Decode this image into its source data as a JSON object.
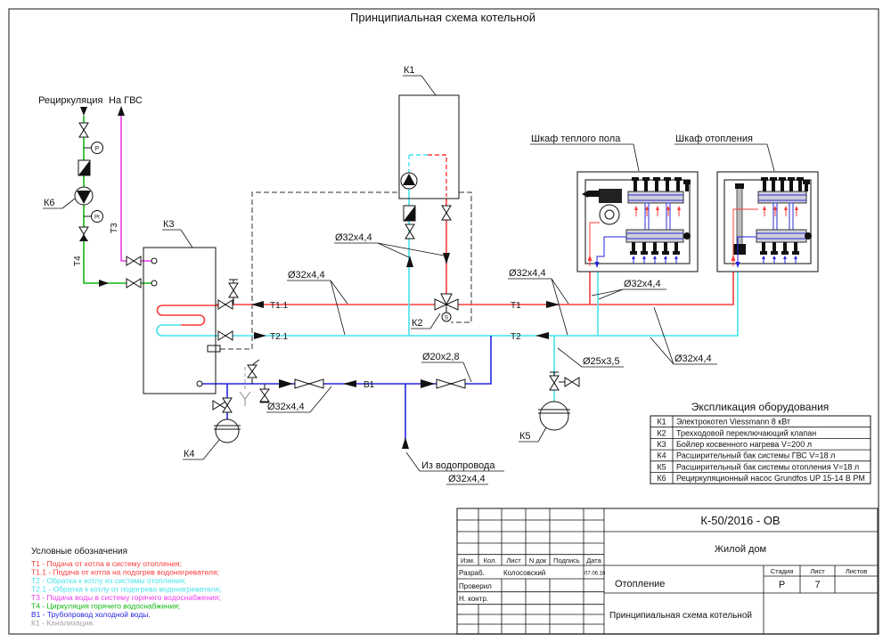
{
  "colors": {
    "red": "#f93b3b",
    "cyan": "#45e2ec",
    "magenta": "#ef3cef",
    "green": "#12b712",
    "blue": "#2525e0",
    "gray": "#a0a0a0"
  },
  "sheet": {
    "title": "Принципиальная схема котельной"
  },
  "top_left": {
    "recirculation": "Рециркуляция",
    "to_gvs": "На ГВС",
    "gauge_p": "P",
    "gauge_pt": "Pt"
  },
  "tags": {
    "k1": "К1",
    "k2": "К2",
    "k3": "К3",
    "k4": "К4",
    "k5": "К5",
    "k6": "К6",
    "s": "S"
  },
  "lines": {
    "t1": "Т1",
    "t11": "Т1.1",
    "t2": "Т2",
    "t21": "Т2.1",
    "t3": "Т3",
    "t4": "Т4",
    "b1": "В1"
  },
  "dims": {
    "d32": "Ø32х4,4",
    "d25": "Ø25х3,5",
    "d20": "Ø20х2,8"
  },
  "cabinets": {
    "floor": "Шкаф теплого пола",
    "heating": "Шкаф отопления"
  },
  "notes": {
    "from_water": "Из водопровода"
  },
  "equipment": {
    "title": "Экспликация оборудования",
    "rows": [
      {
        "code": "К1",
        "desc": "Электрокотел Viessmann 8 кВт"
      },
      {
        "code": "К2",
        "desc": "Трехходовой переключающий клапан"
      },
      {
        "code": "К3",
        "desc": "Бойлер косвенного нагрева V=200 л"
      },
      {
        "code": "К4",
        "desc": "Расширительный бак системы ГВС V=18 л"
      },
      {
        "code": "К5",
        "desc": "Расширительный бак системы отопления V=18 л"
      },
      {
        "code": "К6",
        "desc": "Рециркуляционный насос Grundfos UP 15-14 B PM"
      }
    ]
  },
  "legend": {
    "title": "Условные обозначения",
    "items": [
      {
        "text": "Т1 - Подача от котла в систему отопления;",
        "color": "#f93b3b"
      },
      {
        "text": "Т1.1 - Подача от котла на подогрев водонагревателя;",
        "color": "#f93b3b"
      },
      {
        "text": "Т2 - Обратка к котлу из системы отопления;",
        "color": "#45e2ec"
      },
      {
        "text": "Т2.1 - Обратка к котлу от подогрева водонагревателя;",
        "color": "#45e2ec"
      },
      {
        "text": "Т3 - Подача воды в систему горячего водоснабжения;",
        "color": "#ef3cef"
      },
      {
        "text": "Т4 - Циркуляция горячего водоснабжения;",
        "color": "#12b712"
      },
      {
        "text": "В1 - Трубопровод холодной воды.",
        "color": "#2525e0"
      },
      {
        "text": "К1 - Канализация.",
        "color": "#a0a0a0"
      }
    ]
  },
  "stamp": {
    "doc_number": "К-50/2016 - ОВ",
    "object": "Жилой дом",
    "section": "Отопление",
    "sheet_title": "Принципиальная схема котельной",
    "stage_label": "Стадия",
    "sheet_label": "Лист",
    "sheets_label": "Листов",
    "stage": "Р",
    "sheet_num": "7",
    "cols": [
      "Изм.",
      "Кол.",
      "Лист",
      "N док",
      "Подпись",
      "Дата"
    ],
    "developed_label": "Разраб.",
    "developed_by": "Колосовский",
    "date": "07.06.16",
    "checked_label": "Проверил",
    "ncontrol_label": "Н. контр."
  }
}
